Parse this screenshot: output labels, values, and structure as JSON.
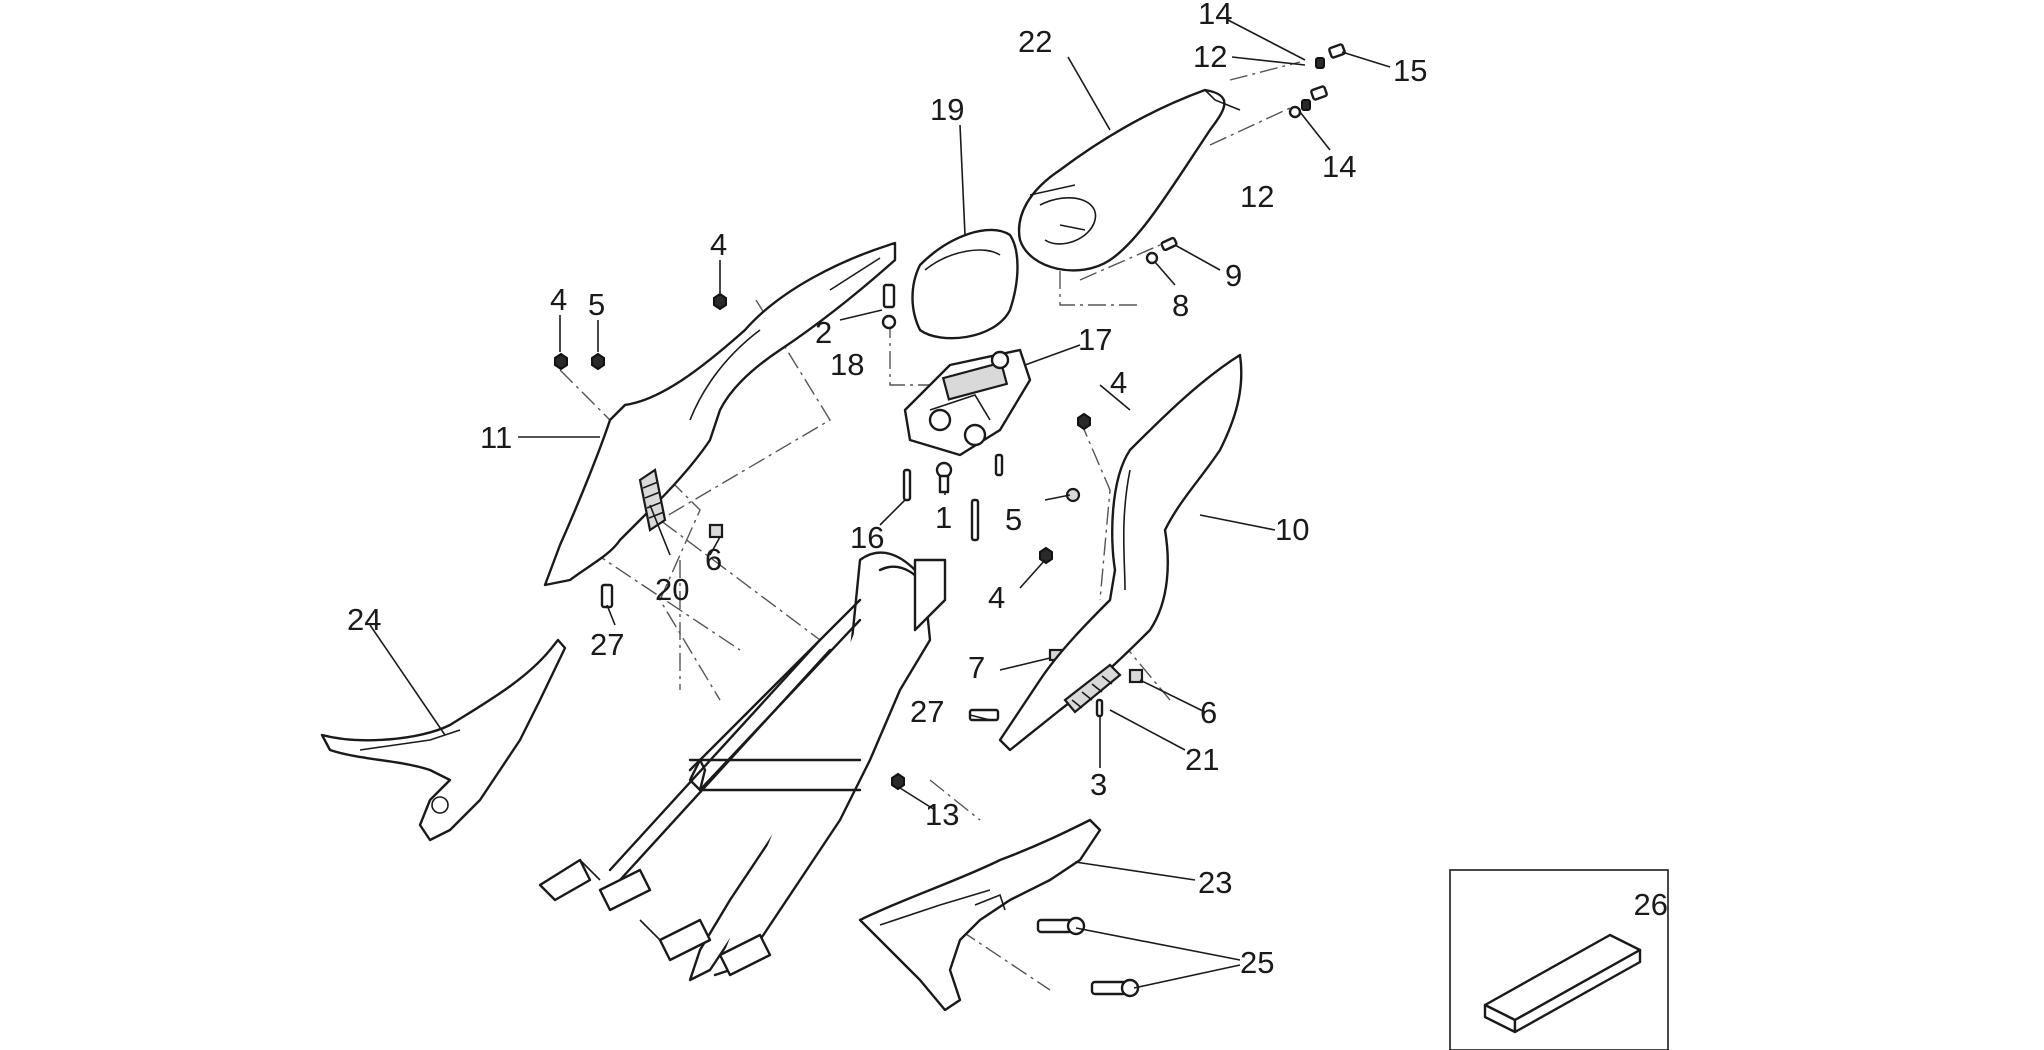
{
  "diagram": {
    "callouts": {
      "c1": "1",
      "c2": "2",
      "c3": "3",
      "c4a": "4",
      "c4b": "4",
      "c4c": "4",
      "c4d": "4",
      "c5a": "5",
      "c5b": "5",
      "c6a": "6",
      "c6b": "6",
      "c7": "7",
      "c8": "8",
      "c9": "9",
      "c10": "10",
      "c11": "11",
      "c12a": "12",
      "c12b": "12",
      "c13": "13",
      "c14a": "14",
      "c14b": "14",
      "c15": "15",
      "c16": "16",
      "c17": "17",
      "c18": "18",
      "c19": "19",
      "c20": "20",
      "c21": "21",
      "c22": "22",
      "c23": "23",
      "c24": "24",
      "c25": "25",
      "c26": "26",
      "c27a": "27",
      "c27b": "27"
    }
  }
}
